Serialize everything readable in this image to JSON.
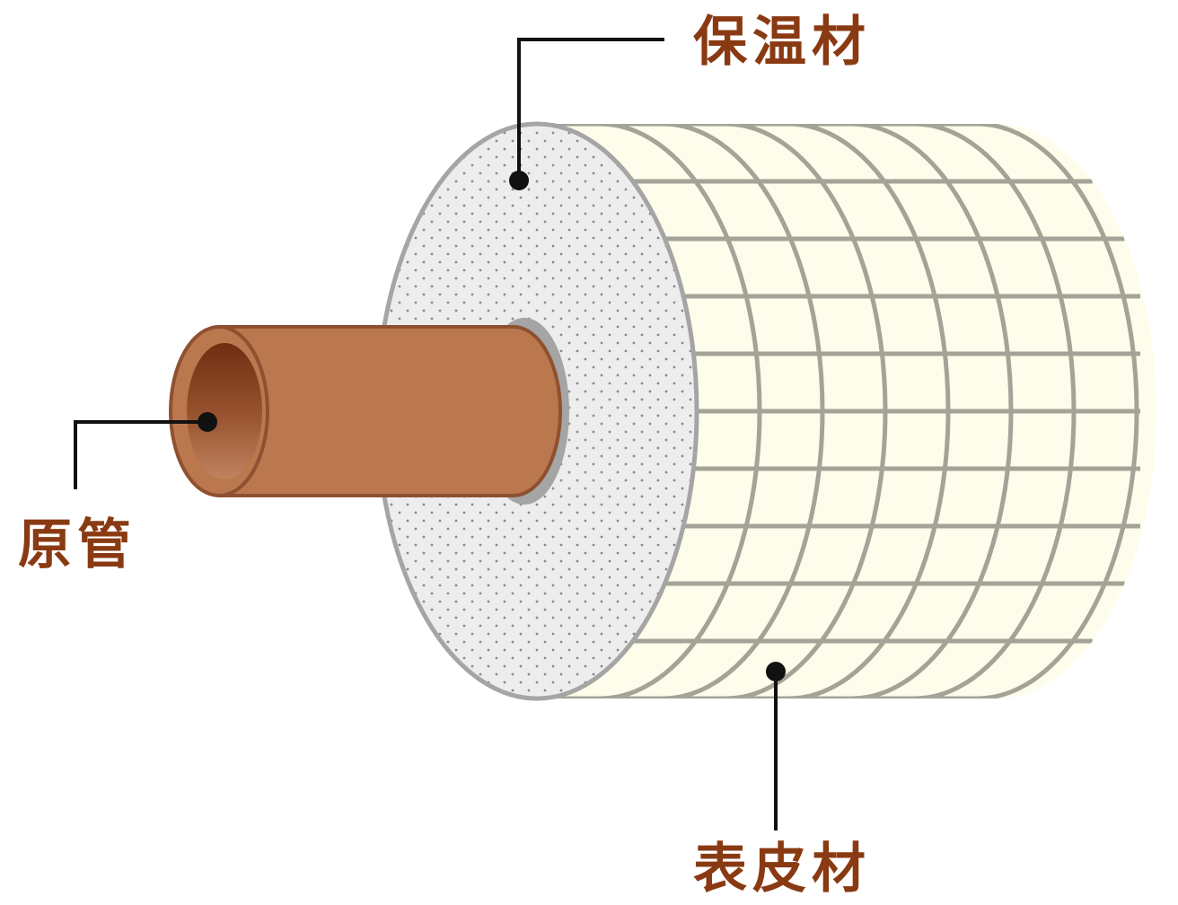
{
  "labels": {
    "insulation": "保温材",
    "pipe": "原管",
    "jacket": "表皮材"
  },
  "colors": {
    "label_text": "#8a3a12",
    "pipe_body": "#bb774e",
    "pipe_edge": "#8e5130",
    "pipe_inner_dark": "#6e2e10",
    "insulation_face": "#ededed",
    "insulation_edge": "#a5a5a5",
    "jacket_fill": "#fefdeb",
    "jacket_grid": "#a3a398",
    "leader_line": "#111111"
  }
}
